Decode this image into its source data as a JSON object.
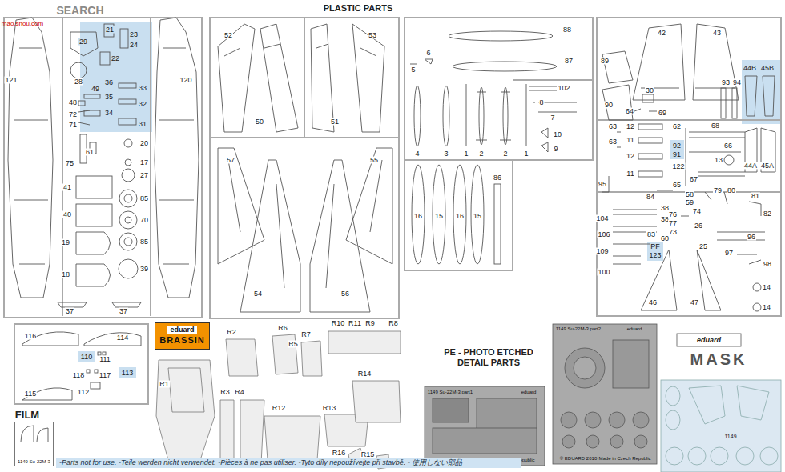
{
  "diagram": {
    "title": "PLASTIC PARTS",
    "nodes": [
      {
        "text": [
          "eduard",
          "BRASSIN"
        ]
      },
      {
        "text": [
          "1149 Su-22M-3"
        ]
      },
      {
        "text": [
          "-Parts not for use. -Teile werden nicht verwendet. -Pièces à ne pas utiliser. -Tyto díly nepoužívejte při stavbě. -  使用しない部品"
        ]
      }
    ],
    "labels": [
      "SEARCH",
      "mao.shou.com",
      "121",
      "120",
      "29",
      "21",
      "23",
      "24",
      "28",
      "22",
      "49",
      "36",
      "33",
      "48",
      "35",
      "32",
      "72",
      "34",
      "71",
      "31",
      "61",
      "20",
      "75",
      "17",
      "27",
      "41",
      "85",
      "40",
      "70",
      "19",
      "85",
      "18",
      "39",
      "37",
      "37",
      "52",
      "53",
      "50",
      "51",
      "57",
      "55",
      "54",
      "56",
      "88",
      "87",
      "5",
      "6",
      "102",
      "8",
      "7",
      "10",
      "9",
      "4",
      "3",
      "1",
      "2",
      "2",
      "1",
      "86",
      "16",
      "15",
      "16",
      "15",
      "42",
      "43",
      "89",
      "44B",
      "45B",
      "30",
      "93",
      "94",
      "90",
      "64",
      "69",
      "63",
      "12",
      "62",
      "68",
      "11",
      "63",
      "92",
      "91",
      "66",
      "12",
      "13",
      "11",
      "122",
      "44A",
      "45A",
      "95",
      "65",
      "67",
      "84",
      "58",
      "79",
      "80",
      "81",
      "38",
      "59",
      "74",
      "82",
      "104",
      "38",
      "76",
      "77",
      "26",
      "73",
      "106",
      "60",
      "83",
      "96",
      "25",
      "PF",
      "123",
      "97",
      "109",
      "98",
      "100",
      "46",
      "47",
      "14",
      "14",
      "116",
      "114",
      "110",
      "111",
      "113",
      "118",
      "117",
      "115",
      "112",
      "FILM",
      "R2",
      "R6",
      "R7",
      "R5",
      "R10",
      "R11",
      "R9",
      "R8",
      "R1",
      "R3",
      "R4",
      "R12",
      "R13",
      "R14",
      "R16",
      "R15",
      "PE - PHOTO ETCHED DETAIL PARTS",
      "1149 Su-22M-3 part1",
      "eduard",
      "© EDUARD 2010",
      "Made in Czech Republic",
      "1149 Su-22M-3 part2",
      "eduard",
      "© EDUARD 2010",
      "Made in Czech Republic",
      "eduard",
      "MASK",
      "1149"
    ]
  }
}
